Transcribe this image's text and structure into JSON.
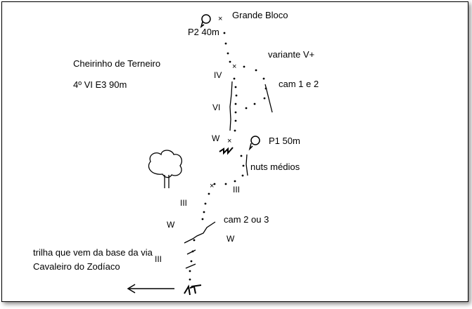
{
  "route": {
    "name": "Cheirinho de Terneiro",
    "grade": "4º VI E3 90m"
  },
  "labels": {
    "top_feature": "Grande Bloco",
    "belay2": "P2 40m",
    "variant": "variante V+",
    "variant_gear": "cam 1 e 2",
    "belay1": "P1 50m",
    "gear_mid": "nuts médios",
    "gear_low": "cam 2 ou 3",
    "trail": "trilha que vem da base da via Cavaleiro do Zodíaco"
  },
  "grades": {
    "g_iv": "IV",
    "g_vi": "VI",
    "g_w1": "W",
    "g_iii1": "III",
    "g_iii2": "III",
    "g_w2": "W",
    "g_w3": "W",
    "g_iii3": "III"
  },
  "colors": {
    "ink": "#000000",
    "background": "#ffffff"
  }
}
